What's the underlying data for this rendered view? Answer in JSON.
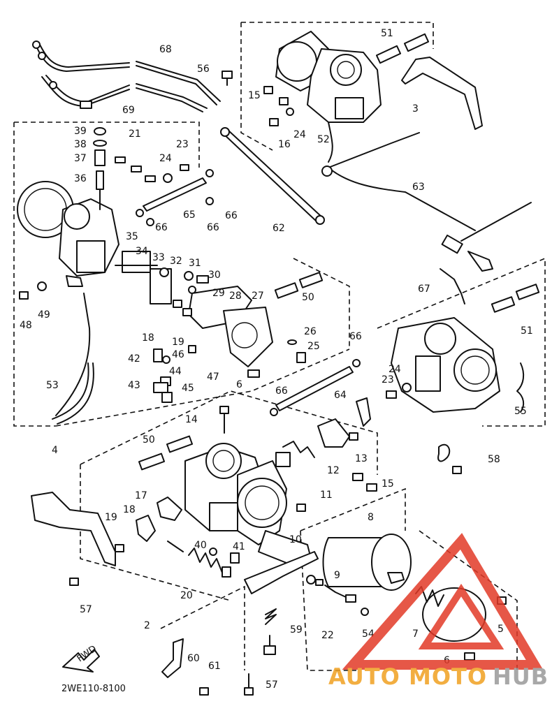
{
  "diagram": {
    "code": "2WE110-8100",
    "fwd_label": "FWD",
    "labels": [
      "68",
      "69",
      "56",
      "51",
      "15",
      "3",
      "39",
      "38",
      "37",
      "36",
      "21",
      "24",
      "23",
      "16",
      "24",
      "52",
      "65",
      "66",
      "66",
      "66",
      "62",
      "63",
      "35",
      "34",
      "33",
      "32",
      "31",
      "30",
      "29",
      "28",
      "27",
      "48",
      "49",
      "50",
      "18",
      "19",
      "46",
      "42",
      "44",
      "43",
      "45",
      "26",
      "25",
      "47",
      "6",
      "66",
      "53",
      "67",
      "51",
      "24",
      "23",
      "55",
      "66",
      "64",
      "4",
      "14",
      "50",
      "13",
      "12",
      "15",
      "58",
      "17",
      "18",
      "19",
      "11",
      "8",
      "10",
      "9",
      "40",
      "41",
      "20",
      "57",
      "2",
      "59",
      "22",
      "54",
      "7",
      "5",
      "6",
      "60",
      "61",
      "57"
    ]
  },
  "watermark": {
    "text_a": "AUTO",
    "text_b": "MOTO",
    "text_c": "HUB",
    "color_red": "#e23a28",
    "color_orange": "#f0a020",
    "color_grey": "#9a9a9a"
  }
}
